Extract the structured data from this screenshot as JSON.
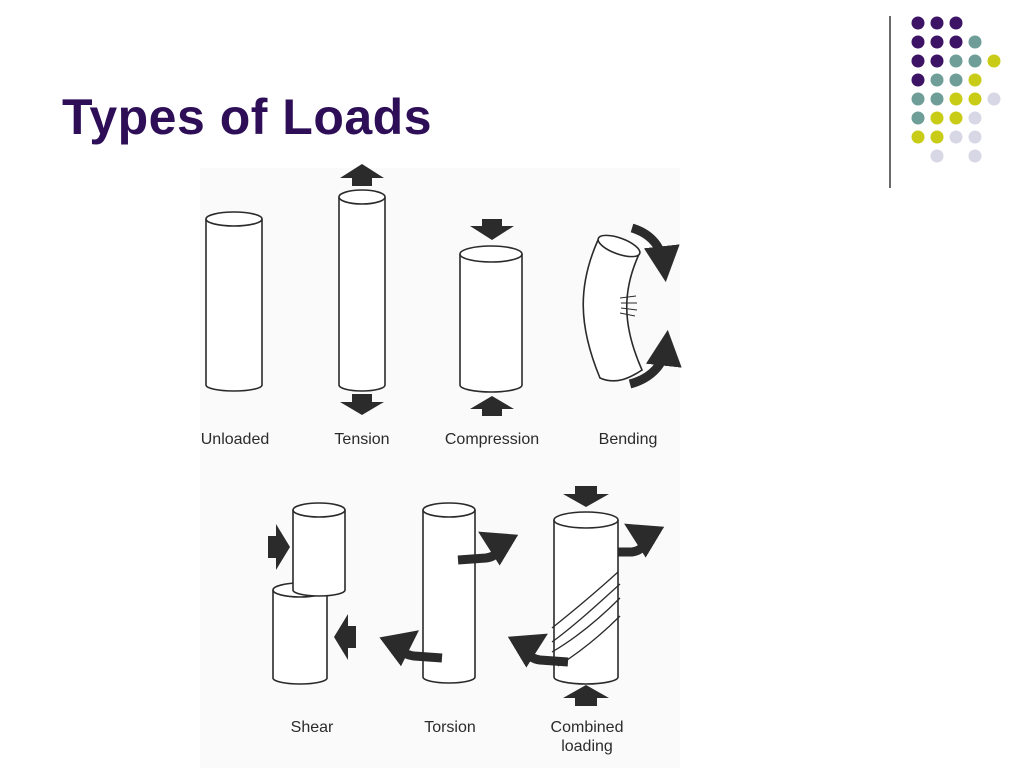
{
  "slide": {
    "title": "Types of Loads"
  },
  "decoration": {
    "dot_colors": [
      "#3d1366",
      "#6f9e98",
      "#c9cc16",
      "#d7d7e6"
    ],
    "dot_grid": [
      [
        "P",
        "P",
        "P",
        "-",
        "-"
      ],
      [
        "P",
        "P",
        "P",
        "T",
        "-"
      ],
      [
        "P",
        "P",
        "T",
        "T",
        "Y"
      ],
      [
        "P",
        "T",
        "T",
        "Y",
        "-"
      ],
      [
        "T",
        "T",
        "Y",
        "Y",
        "L"
      ],
      [
        "T",
        "Y",
        "Y",
        "L",
        "-"
      ],
      [
        "Y",
        "Y",
        "L",
        "L",
        "-"
      ],
      [
        "-",
        "L",
        "-",
        "L",
        "-"
      ]
    ],
    "divider_color": "#6a6a6a"
  },
  "diagram": {
    "line_color": "#2a2a2a",
    "arrow_color": "#2b2b2b",
    "loads": [
      {
        "id": "unloaded",
        "label": "Unloaded"
      },
      {
        "id": "tension",
        "label": "Tension"
      },
      {
        "id": "compression",
        "label": "Compression"
      },
      {
        "id": "bending",
        "label": "Bending"
      },
      {
        "id": "shear",
        "label": "Shear"
      },
      {
        "id": "torsion",
        "label": "Torsion"
      },
      {
        "id": "combined",
        "label": "Combined\nloading"
      }
    ]
  }
}
